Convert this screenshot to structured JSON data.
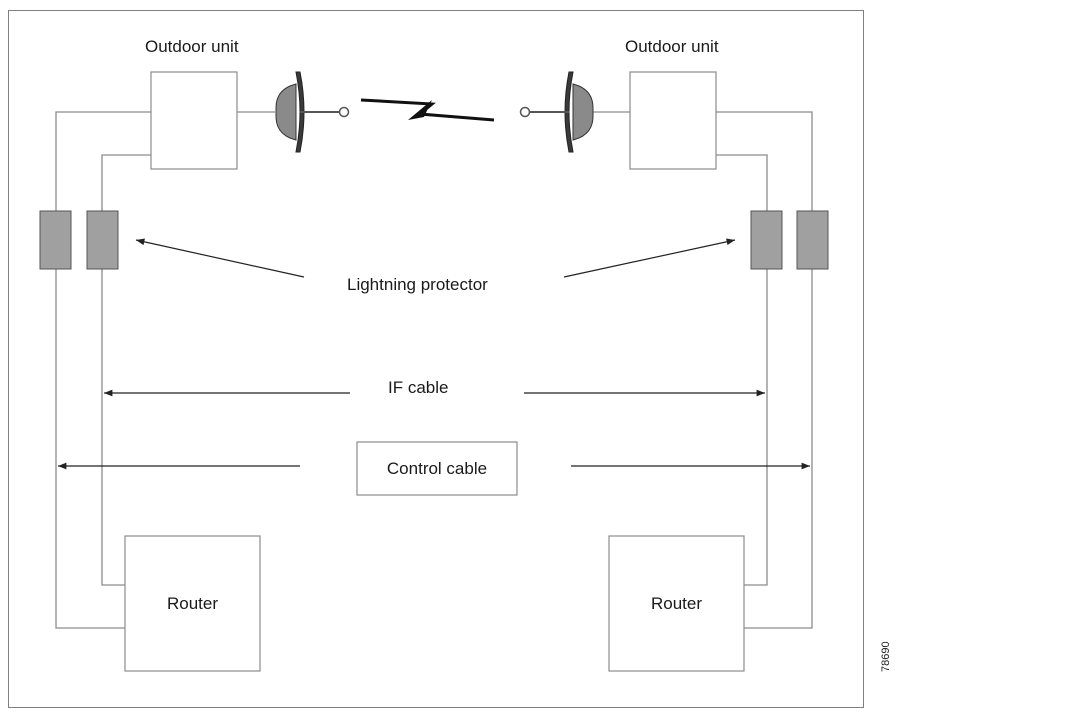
{
  "labels": {
    "outdoor_unit_left": "Outdoor unit",
    "outdoor_unit_right": "Outdoor unit",
    "lightning_protector": "Lightning protector",
    "if_cable": "IF cable",
    "control_cable": "Control cable",
    "router_left": "Router",
    "router_right": "Router"
  },
  "figure_id": "78690",
  "colors": {
    "line": "#8c8c8c",
    "arrow": "#222222",
    "protector_fill": "#a0a0a0",
    "antenna_fill": "#7a7a7a",
    "box_border": "#8c8c8c"
  }
}
